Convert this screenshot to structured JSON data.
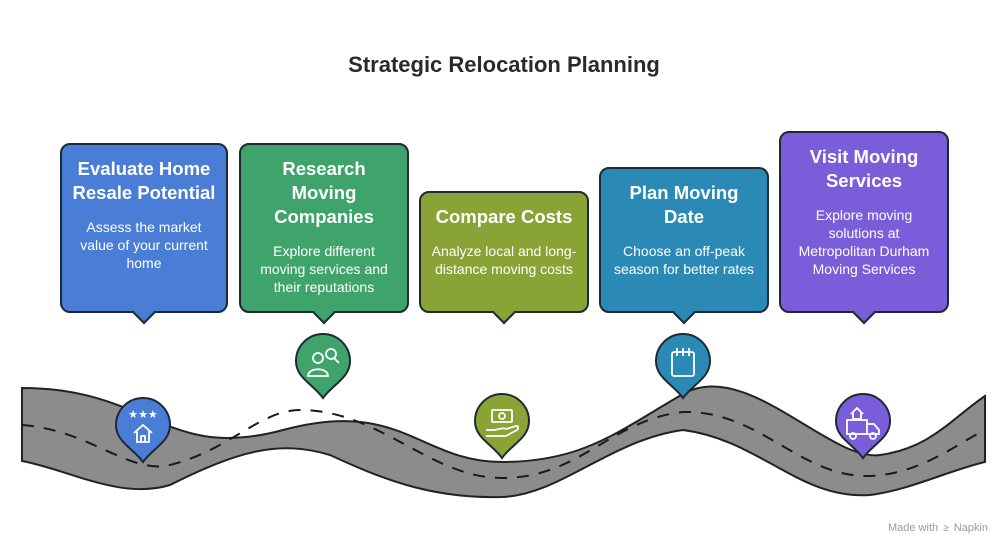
{
  "title": "Strategic Relocation Planning",
  "steps": [
    {
      "title": "Evaluate Home Resale Potential",
      "body": "Assess the market value of your current home",
      "color": "#4a7dd6",
      "icon": "house-stars-icon"
    },
    {
      "title": "Research Moving Companies",
      "body": "Explore different moving services and their reputations",
      "color": "#3fa46c",
      "icon": "people-search-icon"
    },
    {
      "title": "Compare Costs",
      "body": "Analyze local and long-distance moving costs",
      "color": "#8aa336",
      "icon": "money-hand-icon"
    },
    {
      "title": "Plan Moving Date",
      "body": "Choose an off-peak season for better rates",
      "color": "#2a8ab5",
      "icon": "calendar-icon"
    },
    {
      "title": "Visit Moving Services",
      "body": "Explore moving solutions at Metropolitan Durham Moving Services",
      "color": "#7a5dd9",
      "icon": "moving-truck-icon"
    }
  ],
  "watermark": {
    "prefix": "Made with",
    "brand": "Napkin"
  }
}
